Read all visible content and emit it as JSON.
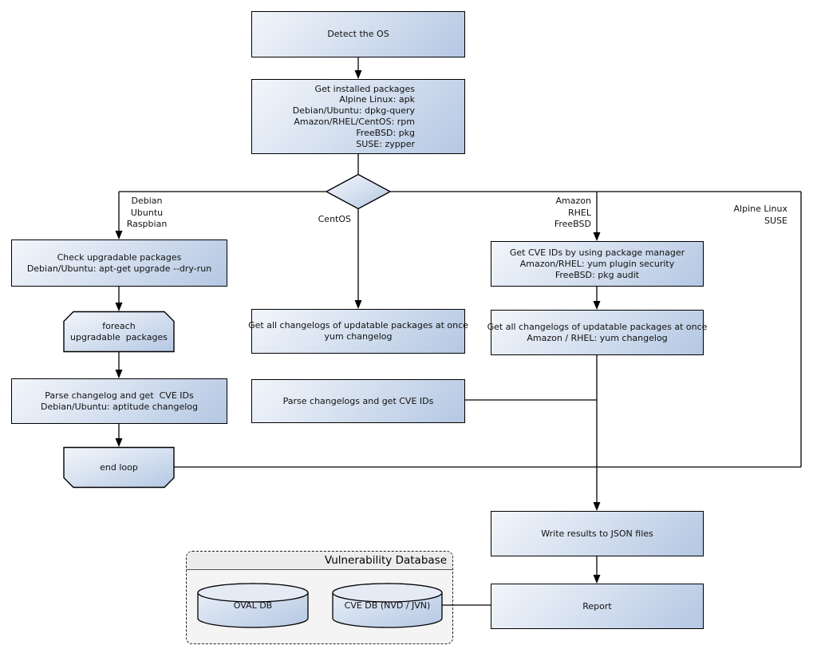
{
  "nodes": {
    "detect_os": "Detect the OS",
    "get_installed": "Get installed packages\nAlpine Linux: apk\nDebian/Ubuntu: dpkg-query\nAmazon/RHEL/CentOS: rpm\nFreeBSD: pkg\nSUSE: zypper",
    "check_upgradable": "Check upgradable packages\nDebian/Ubuntu: apt-get upgrade --dry-run",
    "foreach_loop": "foreach\nupgradable  packages",
    "parse_changelog_left": "Parse changelog and get  CVE IDs\nDebian/Ubuntu: aptitude changelog",
    "end_loop": "end loop",
    "get_changelogs_centos": "Get all changelogs of updatable packages at once\nyum changelog",
    "parse_changelogs_centos": "Parse changelogs and get CVE IDs",
    "get_cve_ids_pkg_mgr": "Get CVE IDs by using package manager\nAmazon/RHEL: yum plugin security\nFreeBSD: pkg audit",
    "get_changelogs_amazon": "Get all changelogs of updatable packages at once\nAmazon / RHEL: yum changelog",
    "write_results": "Write results to JSON files",
    "report": "Report"
  },
  "branch_labels": {
    "debian": "Debian\nUbuntu\nRaspbian",
    "centos": "CentOS",
    "amazon": "Amazon\nRHEL\nFreeBSD",
    "alpine": "Alpine Linux\nSUSE"
  },
  "database": {
    "title": "Vulnerability Database",
    "oval_db": "OVAL DB",
    "cve_db": "CVE DB (NVD / JVN)"
  },
  "colors": {
    "node_fill_light": "#f2f6fb",
    "node_fill_dark": "#b4c7e3",
    "node_border": "#000000",
    "line": "#000000",
    "db_panel_fill": "#f4f4f4",
    "db_header_fill": "#ececec"
  }
}
